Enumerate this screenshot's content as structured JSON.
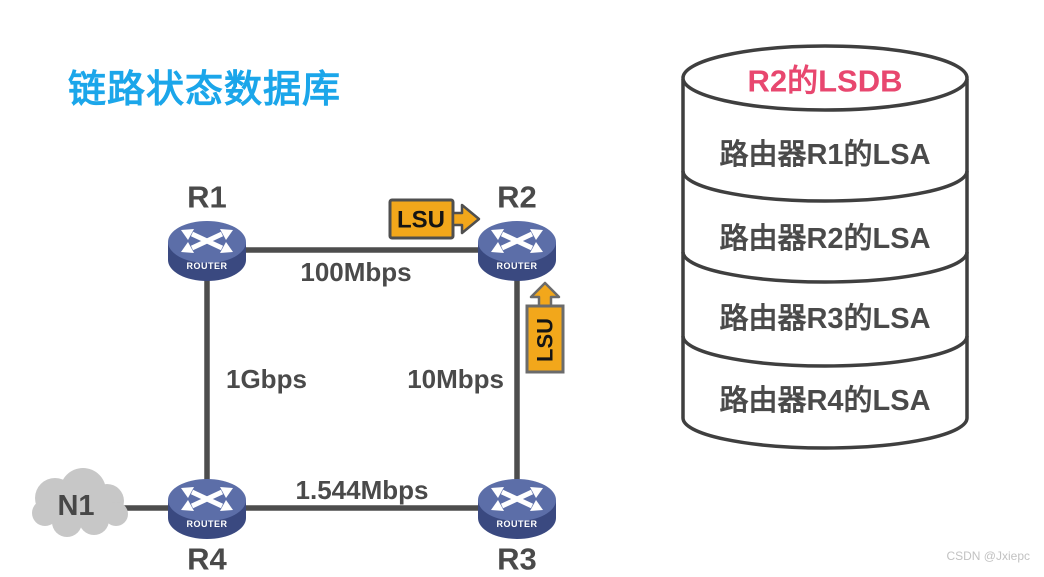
{
  "title": {
    "text": "链路状态数据库"
  },
  "topology": {
    "routers": [
      {
        "id": "r1",
        "label": "R1"
      },
      {
        "id": "r2",
        "label": "R2"
      },
      {
        "id": "r3",
        "label": "R3"
      },
      {
        "id": "r4",
        "label": "R4"
      }
    ],
    "router_icon_label": "ROUTER",
    "links": [
      {
        "from": "R1",
        "to": "R2",
        "label": "100Mbps"
      },
      {
        "from": "R1",
        "to": "R4",
        "label": "1Gbps"
      },
      {
        "from": "R2",
        "to": "R3",
        "label": "10Mbps"
      },
      {
        "from": "R4",
        "to": "R3",
        "label": "1.544Mbps"
      }
    ],
    "cloud": {
      "label": "N1"
    },
    "lsu": {
      "horizontal_label": "LSU",
      "vertical_label": "LSU"
    }
  },
  "lsdb": {
    "title": "R2的LSDB",
    "entries": [
      "路由器R1的LSA",
      "路由器R2的LSA",
      "路由器R3的LSA",
      "路由器R4的LSA"
    ]
  },
  "watermark": "CSDN @Jxiepc",
  "colors": {
    "title_blue": "#1BA6EA",
    "lsdb_title_pink": "#E8476F",
    "lsu_amber": "#F2A71B",
    "diagram_gray": "#4A4A4A",
    "router_top": "#5C6EA8",
    "router_side": "#3A4980",
    "cloud_gray": "#C7C7C7"
  }
}
